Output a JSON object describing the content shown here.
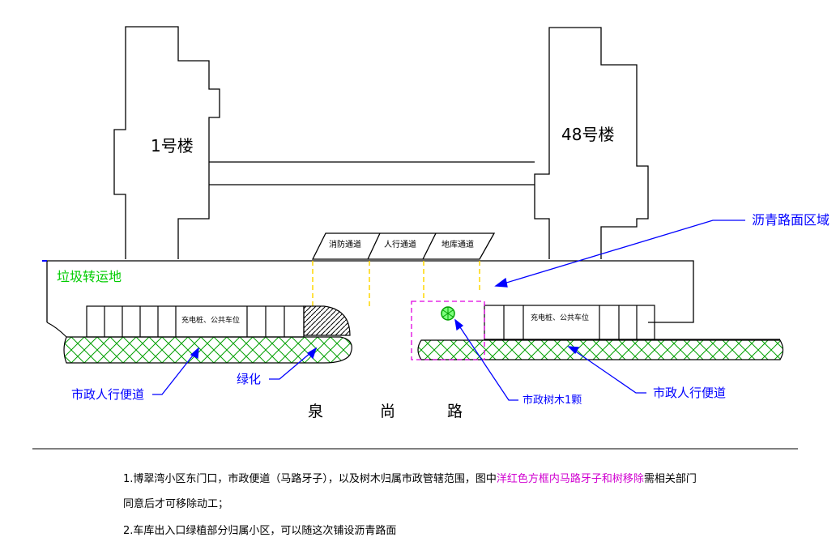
{
  "labels": {
    "building_1": "1号楼",
    "building_48": "48号楼",
    "asphalt_area": "沥青路面区域",
    "garbage_station": "垃圾转运地",
    "fire_lane": "消防通道",
    "pedestrian_lane": "人行通道",
    "garage_lane": "地库通道",
    "parking_left": "充电桩、公共车位",
    "parking_right": "充电桩、公共车位",
    "sidewalk_left": "市政人行便道",
    "greening": "绿化",
    "tree": "市政树木1颗",
    "sidewalk_right": "市政人行便道",
    "road_1": "泉",
    "road_2": "尚",
    "road_3": "路"
  },
  "notes": {
    "line1_a": "1.博翠湾小区东门口，市政便道（马路牙子），以及树木归属市政管辖范围，图中",
    "line1_highlight": "洋红色方框内马路牙子和树移除",
    "line1_b": "需相关部门",
    "line2": "同意后才可移除动工；",
    "line3": "2.车库出入口绿植部分归属小区，可以随这次铺设沥青路面"
  },
  "colors": {
    "line": "#000000",
    "green": "#00cc00",
    "blue": "#0000ff",
    "magenta": "#e000e0",
    "yellow": "#ffd700"
  }
}
